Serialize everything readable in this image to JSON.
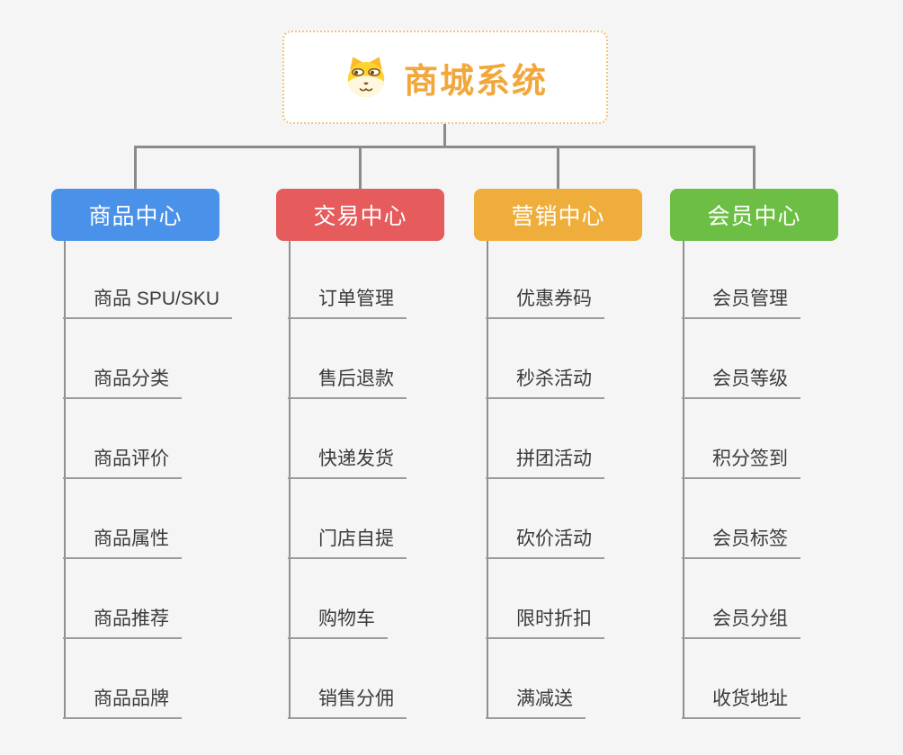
{
  "root": {
    "title": "商城系统",
    "icon": "dog-face",
    "accent_color": "#f2a73c",
    "border_color": "#f2c379"
  },
  "connector_color": "#8b8b8b",
  "branches": [
    {
      "label": "商品中心",
      "color": "#4a91e9",
      "items": [
        "商品 SPU/SKU",
        "商品分类",
        "商品评价",
        "商品属性",
        "商品推荐",
        "商品品牌"
      ]
    },
    {
      "label": "交易中心",
      "color": "#e65b5b",
      "items": [
        "订单管理",
        "售后退款",
        "快递发货",
        "门店自提",
        "购物车",
        "销售分佣"
      ]
    },
    {
      "label": "营销中心",
      "color": "#efae3c",
      "items": [
        "优惠券码",
        "秒杀活动",
        "拼团活动",
        "砍价活动",
        "限时折扣",
        "满减送"
      ]
    },
    {
      "label": "会员中心",
      "color": "#6cbe44",
      "items": [
        "会员管理",
        "会员等级",
        "积分签到",
        "会员标签",
        "会员分组",
        "收货地址"
      ]
    }
  ]
}
